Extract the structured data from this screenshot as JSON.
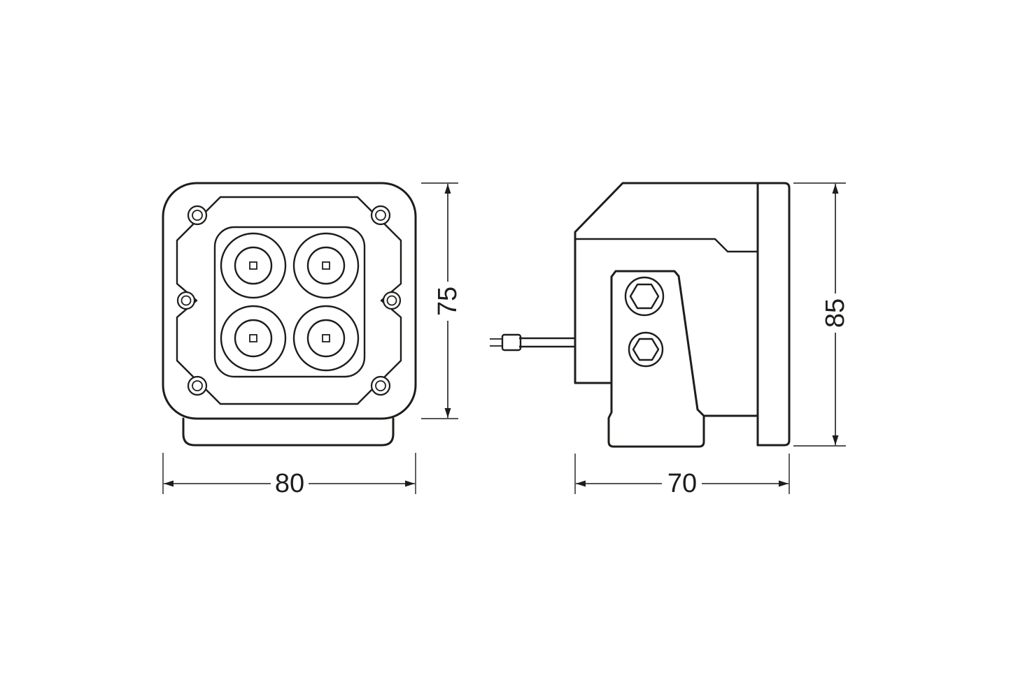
{
  "canvas": {
    "background_color": "#ffffff",
    "line_color": "#1d1d1b"
  },
  "dimensions": {
    "front_width": "80",
    "front_height": "75",
    "side_depth": "70",
    "side_height": "85"
  }
}
